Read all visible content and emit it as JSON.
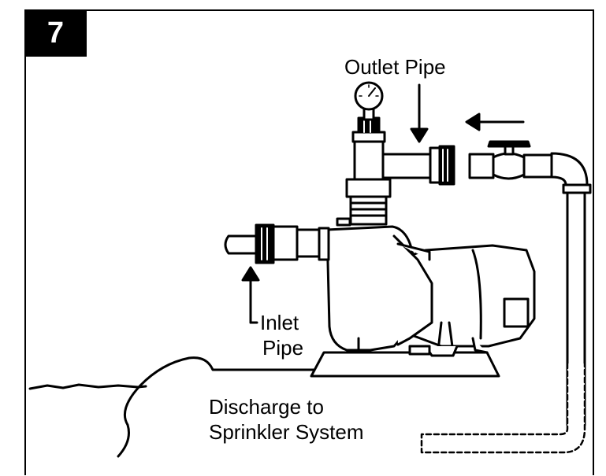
{
  "step_number": "7",
  "labels": {
    "outlet_pipe": "Outlet Pipe",
    "inlet_line1": "Inlet",
    "inlet_line2": "Pipe",
    "discharge_line1": "Discharge to",
    "discharge_line2": "Sprinkler System"
  },
  "colors": {
    "ink": "#000000",
    "paper": "#ffffff"
  }
}
